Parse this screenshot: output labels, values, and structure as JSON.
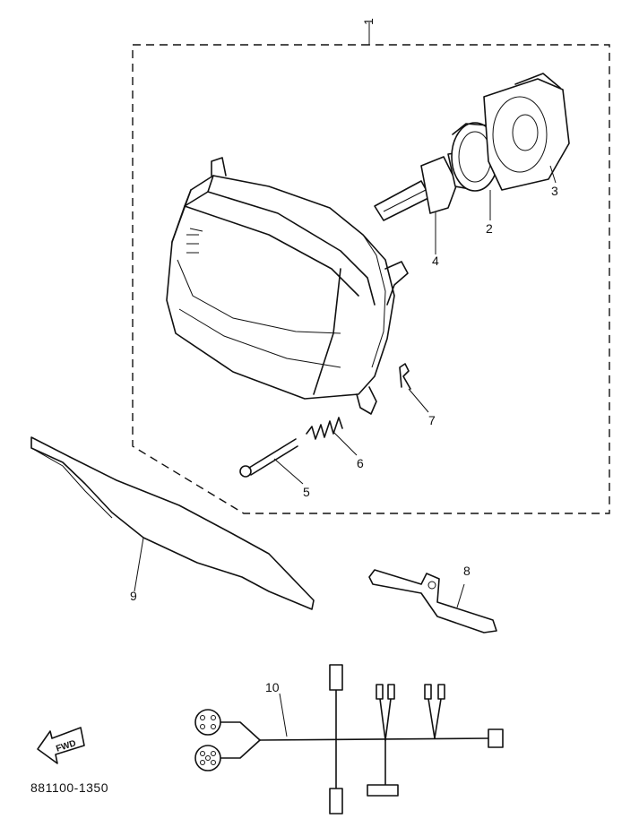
{
  "callouts": [
    {
      "id": "1",
      "label": "1"
    },
    {
      "id": "2",
      "label": "2"
    },
    {
      "id": "3",
      "label": "3"
    },
    {
      "id": "4",
      "label": "4"
    },
    {
      "id": "5",
      "label": "5"
    },
    {
      "id": "6",
      "label": "6"
    },
    {
      "id": "7",
      "label": "7"
    },
    {
      "id": "8",
      "label": "8"
    },
    {
      "id": "9",
      "label": "9"
    },
    {
      "id": "10",
      "label": "10"
    }
  ],
  "fwd_arrow": {
    "text": "FWD",
    "icon": "forward-arrow-icon"
  },
  "drawing_code": "881100-1350"
}
